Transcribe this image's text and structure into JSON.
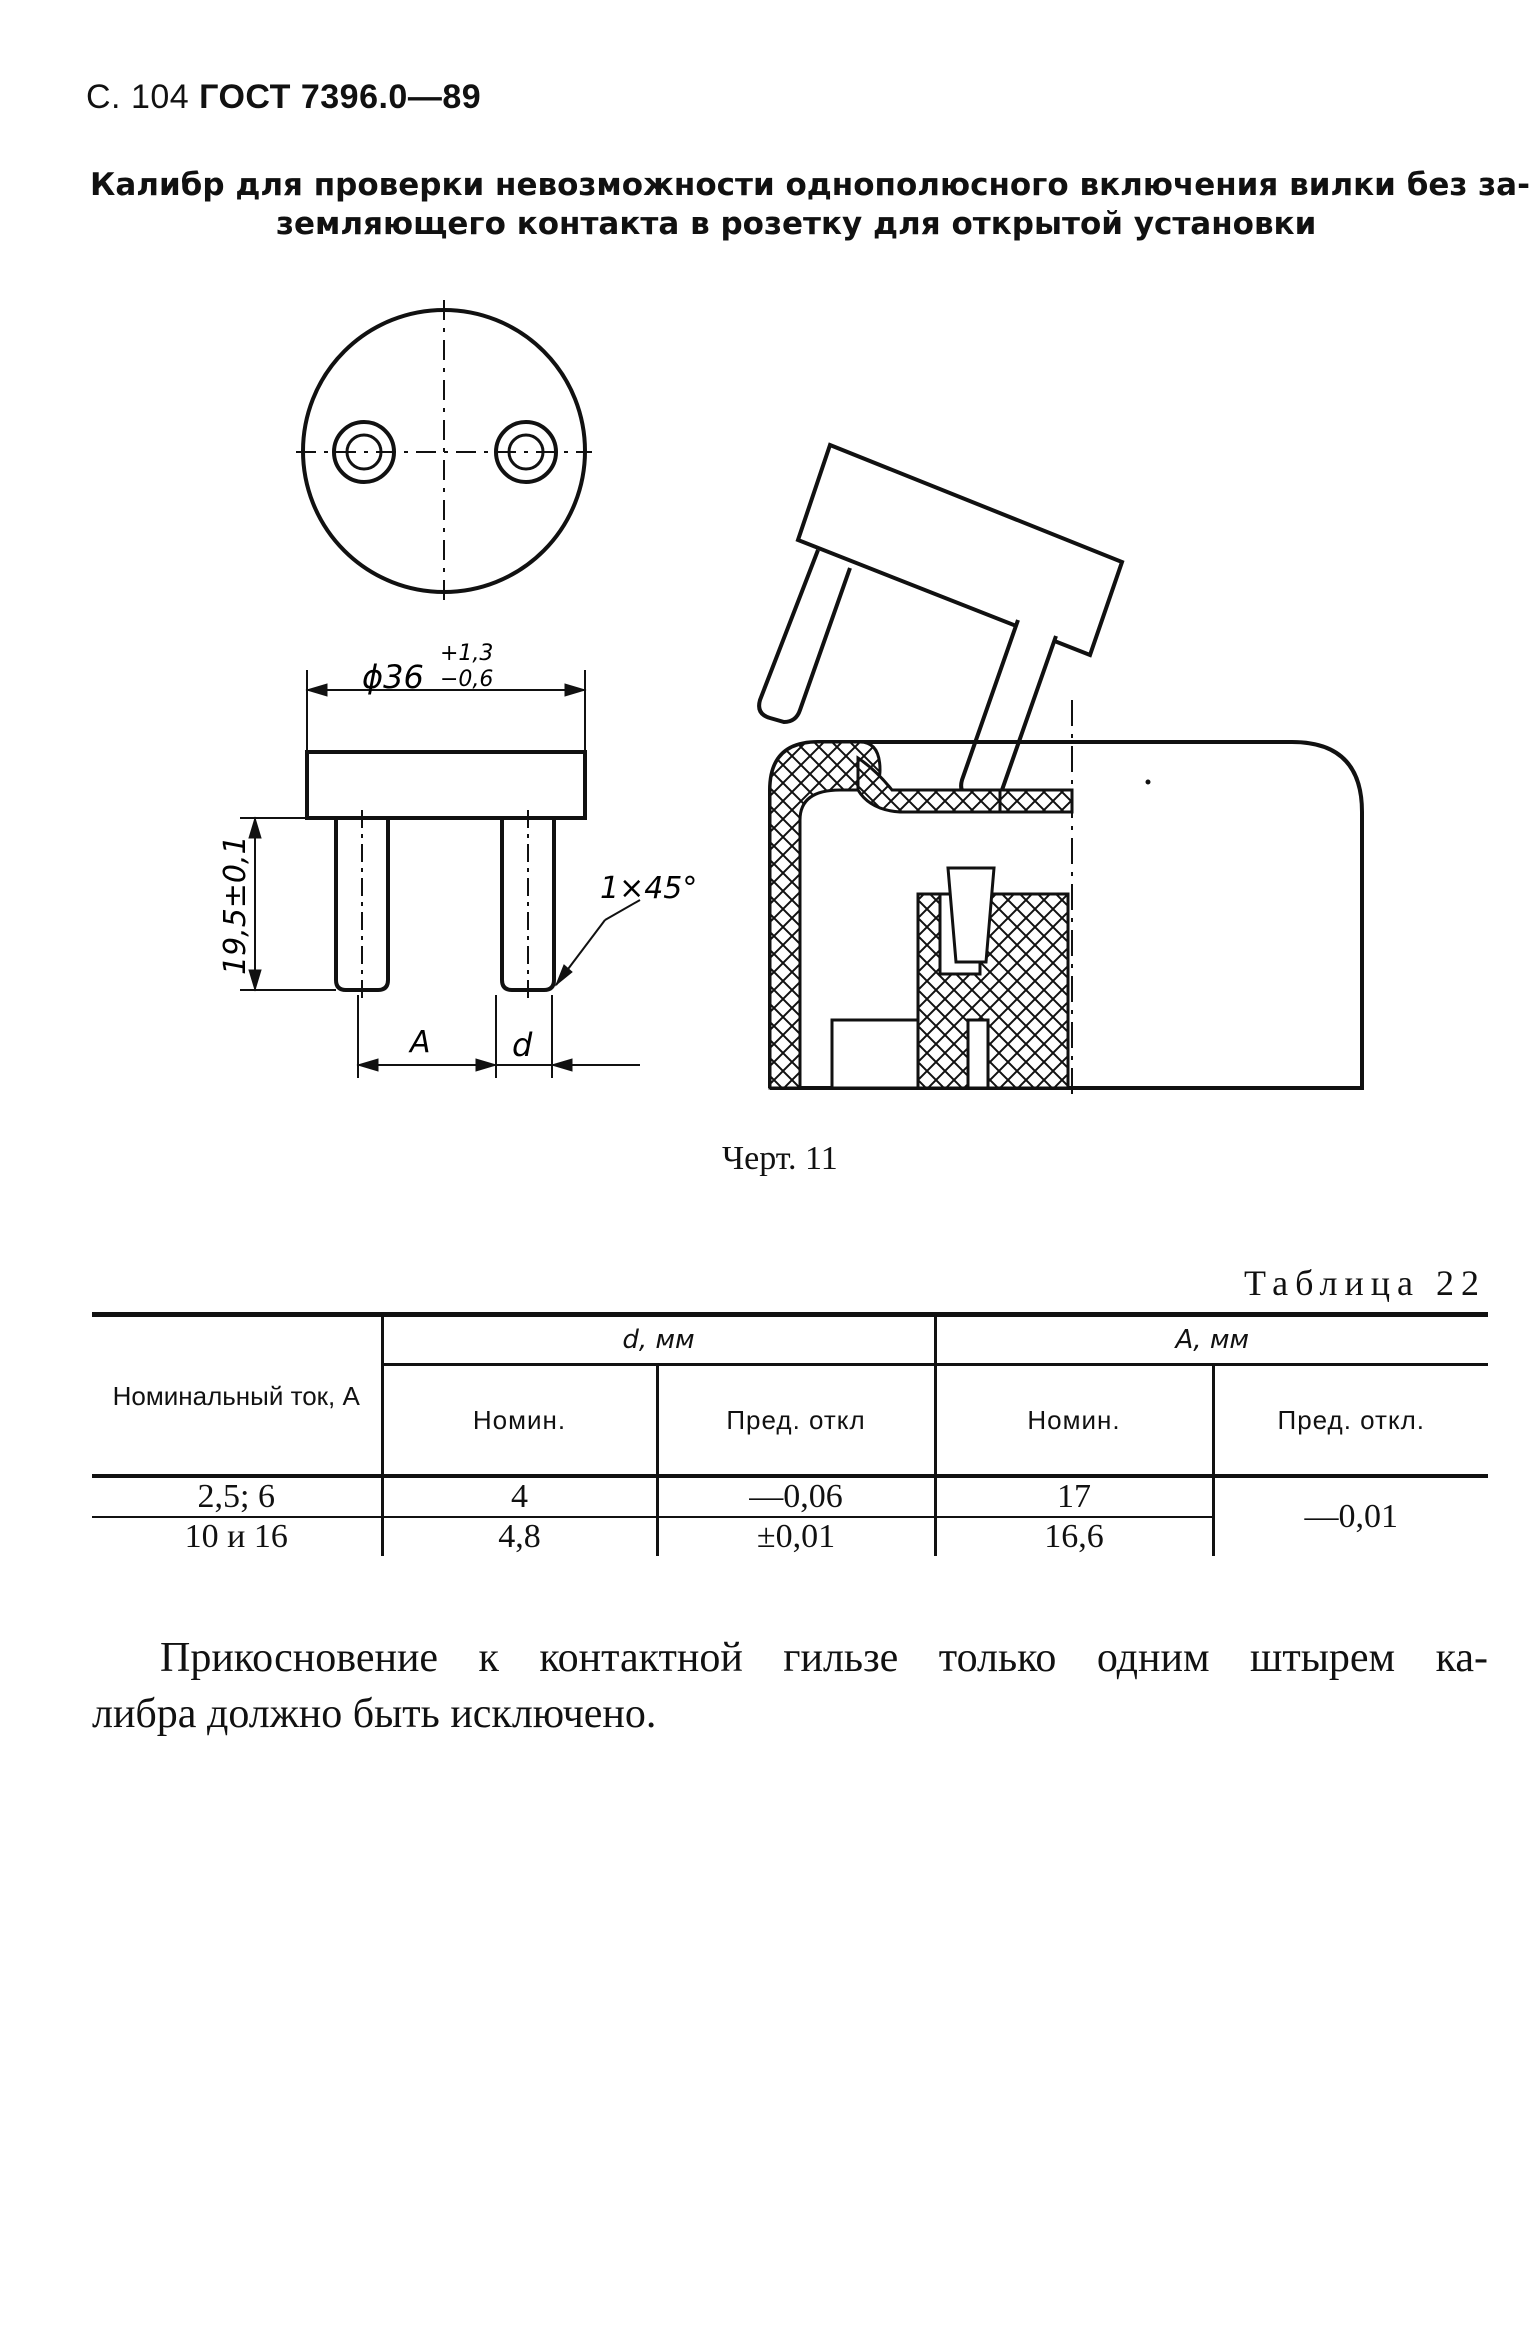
{
  "header": {
    "prefix": "С. 104",
    "doc_code": "ГОСТ 7396.0—89"
  },
  "title": {
    "line1": "Калибр для проверки невозможности однополюсного включения вилки без за-",
    "line2": "земляющего контакта в розетку для открытой установки"
  },
  "figure": {
    "dim_diameter": "ϕ36",
    "tol_upper": "+1,3",
    "tol_lower": "−0,6",
    "dim_pin_length": "19,5±0,1",
    "chamfer": "1×45°",
    "dim_A": "A",
    "dim_d": "d",
    "caption": "Черт. 11"
  },
  "table": {
    "caption": "Таблица 22",
    "stub_header": "Номинальный ток, А",
    "group_d": "d, мм",
    "group_A": "А, мм",
    "sub_nom_d": "Номин.",
    "sub_dev_d": "Пред. откл",
    "sub_nom_A": "Номин.",
    "sub_dev_A": "Пред. откл.",
    "rows": [
      {
        "current": "2,5; 6",
        "d_nom": "4",
        "d_dev": "—0,06",
        "a_nom": "17"
      },
      {
        "current": "10 и 16",
        "d_nom": "4,8",
        "d_dev": "±0,01",
        "a_nom": "16,6"
      }
    ],
    "a_dev_merged": "—0,01"
  },
  "note": {
    "line1": "Прикосновение к контактной гильзе только одним штырем ка-",
    "line2": "либра должно быть исключено."
  }
}
